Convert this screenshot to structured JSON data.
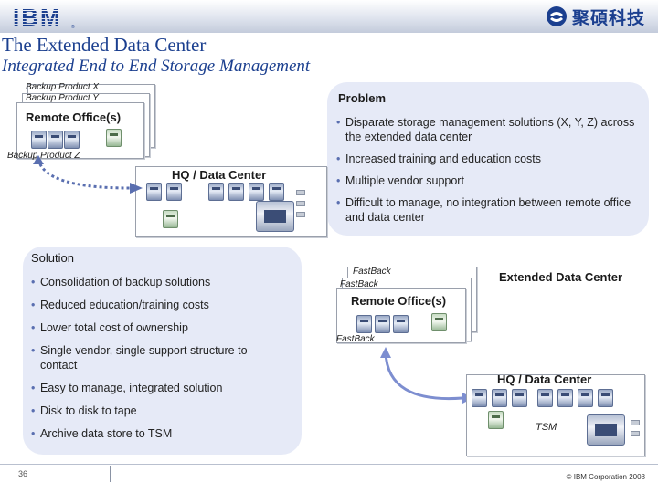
{
  "header": {
    "logo_text": "IBM",
    "partner_name": "聚碩科技"
  },
  "title": "The Extended Data Center",
  "subtitle": "Integrated End to End Storage Management",
  "left_diagram": {
    "backup_x": "Backup Product X",
    "backup_y": "Backup Product Y",
    "remote_office": "Remote Office(s)",
    "backup_z": "Backup Product Z",
    "hq": "HQ / Data Center"
  },
  "problem": {
    "heading": "Problem",
    "bullets": [
      "Disparate storage management solutions (X, Y, Z) across the extended data center",
      "Increased training and education costs",
      "Multiple vendor support",
      "Difficult to manage, no integration between remote office and data center"
    ]
  },
  "solution": {
    "heading": "Solution",
    "bullets": [
      "Consolidation of backup solutions",
      "Reduced education/training costs",
      "Lower total cost of ownership",
      "Single vendor, single support structure to contact",
      "Easy to manage, integrated solution",
      "Disk to disk to tape",
      "Archive data store to TSM"
    ]
  },
  "right_diagram": {
    "fastback_1": "FastBack",
    "fastback_2": "FastBack",
    "title": "Extended Data Center",
    "remote_office": "Remote Office(s)",
    "fastback_3": "FastBack",
    "hq": "HQ / Data Center",
    "tsm": "TSM"
  },
  "footer": {
    "page_number": "36",
    "copyright": "© IBM Corporation 2008"
  },
  "colors": {
    "brand_blue": "#1b3f8f",
    "panel_bg": "#e6eaf7",
    "arrow_dotted": "#5a6fb0",
    "arrow_curved": "#7d8ed0"
  }
}
